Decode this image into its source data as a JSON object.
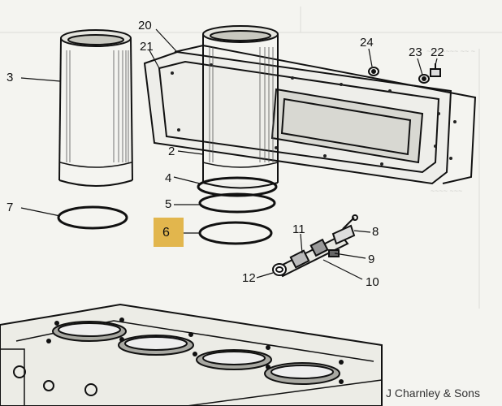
{
  "diagram": {
    "part_labels": {
      "p2": "2",
      "p3": "3",
      "p4": "4",
      "p5": "5",
      "p7": "7",
      "p8": "8",
      "p9": "9",
      "p10": "10",
      "p11": "11",
      "p12": "12",
      "p20": "20",
      "p21": "21",
      "p22": "22",
      "p23": "23",
      "p24": "24"
    },
    "highlighted_part": "6",
    "highlight_color": "#e2b64d",
    "credit": "J Charnley & Sons"
  }
}
